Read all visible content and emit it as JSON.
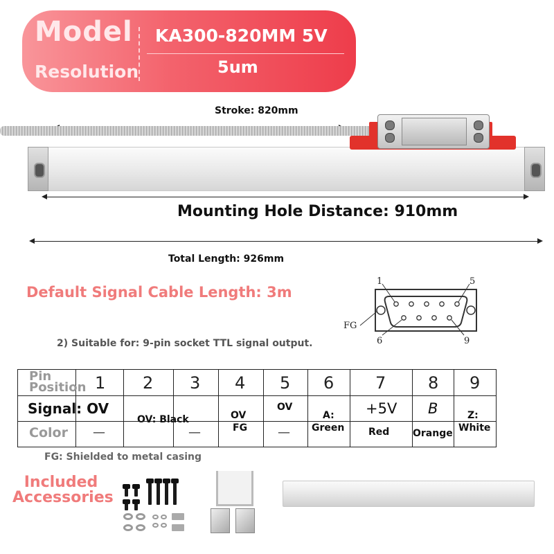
{
  "spec": {
    "model_label": "Model",
    "model_value": "KA300-820MM 5V",
    "resolution_label": "Resolution",
    "resolution_value": "5um"
  },
  "dimensions": {
    "stroke": "Stroke: 820mm",
    "mounting_hole": "Mounting Hole Distance: 910mm",
    "total_length": "Total Length: 926mm"
  },
  "cable_length": "Default Signal Cable Length: 3m",
  "suitable_for": "2) Suitable for: 9-pin socket TTL signal output.",
  "connector": {
    "pin1": "1",
    "pin5": "5",
    "pin6": "6",
    "pin9": "9",
    "fg": "FG"
  },
  "pin_table": {
    "header_label": "Pin Position",
    "pins": [
      "1",
      "2",
      "3",
      "4",
      "5",
      "6",
      "7",
      "8",
      "9"
    ],
    "signal_label": "Signal: OV",
    "signals": [
      "",
      "OV: Black",
      "",
      "OV",
      "OV",
      "A:",
      "+5V",
      "B",
      "Z:"
    ],
    "color_label": "Color",
    "colors": [
      "—",
      "",
      "—",
      "FG",
      "—",
      "Green",
      "Red",
      "Orange",
      "White"
    ]
  },
  "fg_note": "FG: Shielded to metal casing",
  "accessories_label": "Included Accessories",
  "colors": {
    "banner_start": "#f9959a",
    "banner_end": "#ee3d4b",
    "accent_text": "#f07b7b",
    "reader_base": "#e2322b"
  }
}
